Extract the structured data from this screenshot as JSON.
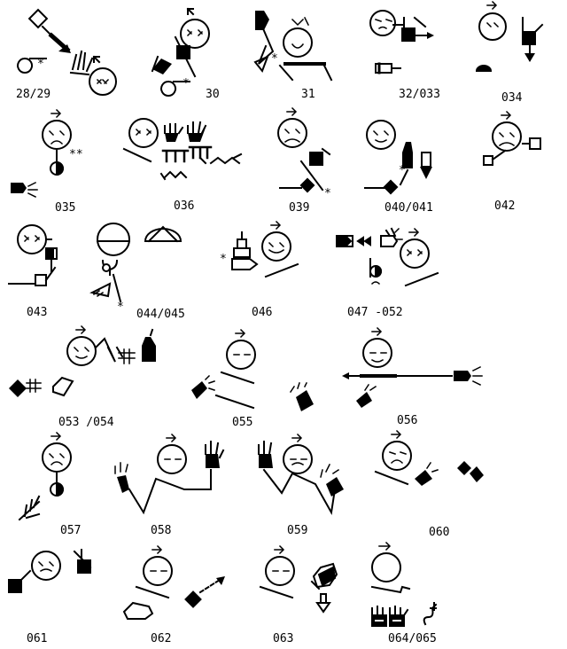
{
  "colors": {
    "ink": "#000000",
    "paper": "#ffffff"
  },
  "labels": {
    "l_28_29": "28/29",
    "l_30": "30",
    "l_31": "31",
    "l_32_033": "32/033",
    "l_034": "034",
    "l_035": "035",
    "l_036": "036",
    "l_039": "039",
    "l_040_041": "040/041",
    "l_042": "042",
    "l_043": "043",
    "l_044_045": "044/045",
    "l_046": "046",
    "l_047_052": "047 -052",
    "l_053_054": "053 /054",
    "l_055": "055",
    "l_056": "056",
    "l_057": "057",
    "l_058": "058",
    "l_059": "059",
    "l_060": "060",
    "l_061": "061",
    "l_062": "062",
    "l_063": "063",
    "l_064_065": "064/065"
  },
  "annotation_marks": {
    "asterisk": "*",
    "double_asterisk": "**"
  },
  "icons": [
    "face-icon",
    "hand-icon",
    "hand-flat-icon",
    "hand-fist-icon",
    "arrow-icon",
    "diamond-contact-icon",
    "square-contact-icon",
    "movement-line-icon",
    "flicker-icon",
    "twist-icon",
    "head-top-icon"
  ]
}
